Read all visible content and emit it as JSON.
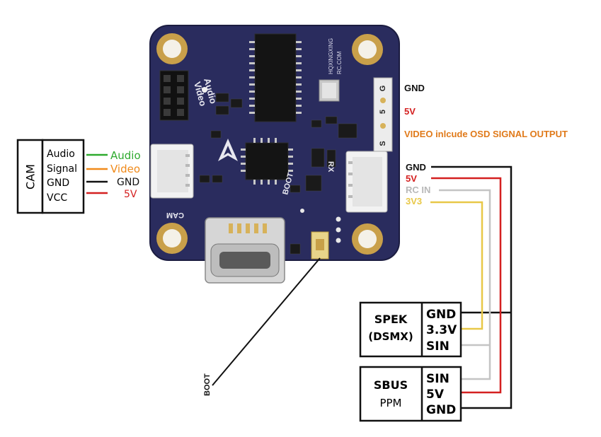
{
  "cam": {
    "title": "CAM",
    "pins": [
      "Audio",
      "Signal",
      "GND",
      "VCC"
    ],
    "wire_labels": [
      "Audio",
      "Video",
      "GND",
      "5V"
    ],
    "wire_colors": [
      "#2eaa2e",
      "#f08a1a",
      "#111111",
      "#d42020"
    ]
  },
  "board": {
    "color": "#2a2c5e",
    "silk_audio": "Audio",
    "silk_video": "Video",
    "silk_cam": "CAM",
    "silk_boot": "BOOT",
    "silk_rx": "RX",
    "silk_vendor_1": "HQXINGXING",
    "silk_vendor_2": "RC.COM",
    "silk_pads": [
      "G",
      "5",
      "S"
    ]
  },
  "top_pins": {
    "labels": [
      "GND",
      "5V",
      "VIDEO inlcude OSD SIGNAL OUTPUT"
    ],
    "colors": [
      "#111111",
      "#d42020",
      "#e07a1a"
    ]
  },
  "rx_pins": {
    "labels": [
      "GND",
      "5V",
      "RC IN",
      "3V3"
    ],
    "colors": [
      "#111111",
      "#d42020",
      "#b8b8b8",
      "#e8c848"
    ]
  },
  "spek": {
    "name_1": "SPEK",
    "name_2": "(DSMX)",
    "pins": [
      "GND",
      "3.3V",
      "SIN"
    ]
  },
  "sbus": {
    "name_1": "SBUS",
    "name_2": "PPM",
    "pins": [
      "SIN",
      "5V",
      "GND"
    ]
  },
  "boot_label": "BOOT"
}
